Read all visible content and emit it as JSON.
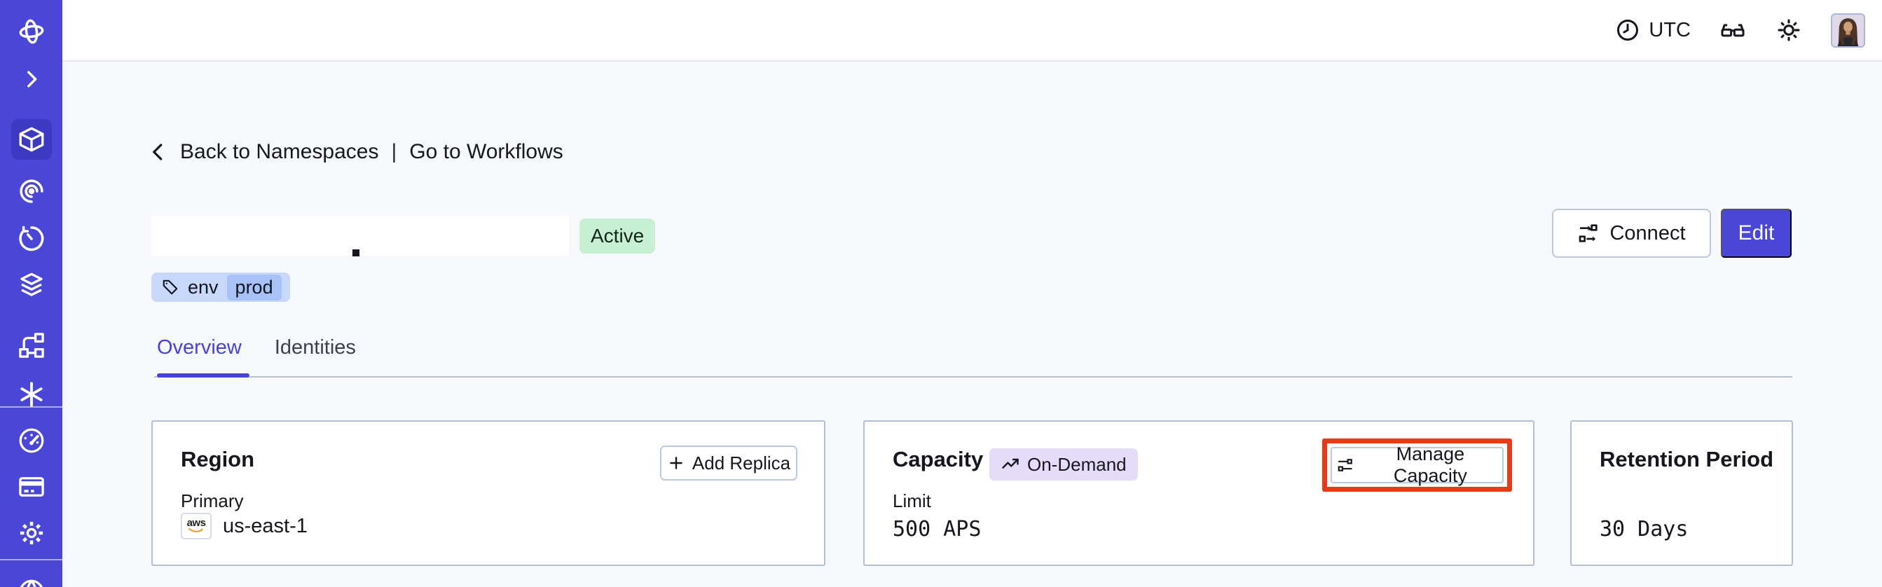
{
  "topbar": {
    "timezone": "UTC"
  },
  "breadcrumb": {
    "back_label": "Back to Namespaces",
    "separator": "|",
    "forward_label": "Go to Workflows"
  },
  "namespace": {
    "status": "Active",
    "tag": {
      "key": "env",
      "value": "prod"
    },
    "actions": {
      "connect_label": "Connect",
      "edit_label": "Edit"
    }
  },
  "tabs": [
    {
      "label": "Overview",
      "active": true
    },
    {
      "label": "Identities",
      "active": false
    }
  ],
  "cards": {
    "region": {
      "title": "Region",
      "add_replica_label": "Add Replica",
      "primary_label": "Primary",
      "provider": "aws",
      "region_value": "us-east-1"
    },
    "capacity": {
      "title": "Capacity",
      "badge": "On-Demand",
      "manage_label": "Manage Capacity",
      "limit_label": "Limit",
      "limit_value": "500 APS"
    },
    "retention": {
      "title": "Retention Period",
      "value": "30 Days"
    }
  },
  "colors": {
    "accent": "#4946d8",
    "accent_active": "#3c39c2",
    "accent_text": "#4843d6",
    "highlight": "#e83a17",
    "status_active_bg": "#c7f0d3",
    "tag_bg": "#c8d8fb",
    "tag_chip_bg": "#a8c1f7",
    "ondemand_bg": "#e5dcfa",
    "aws_orange": "#f49019"
  }
}
